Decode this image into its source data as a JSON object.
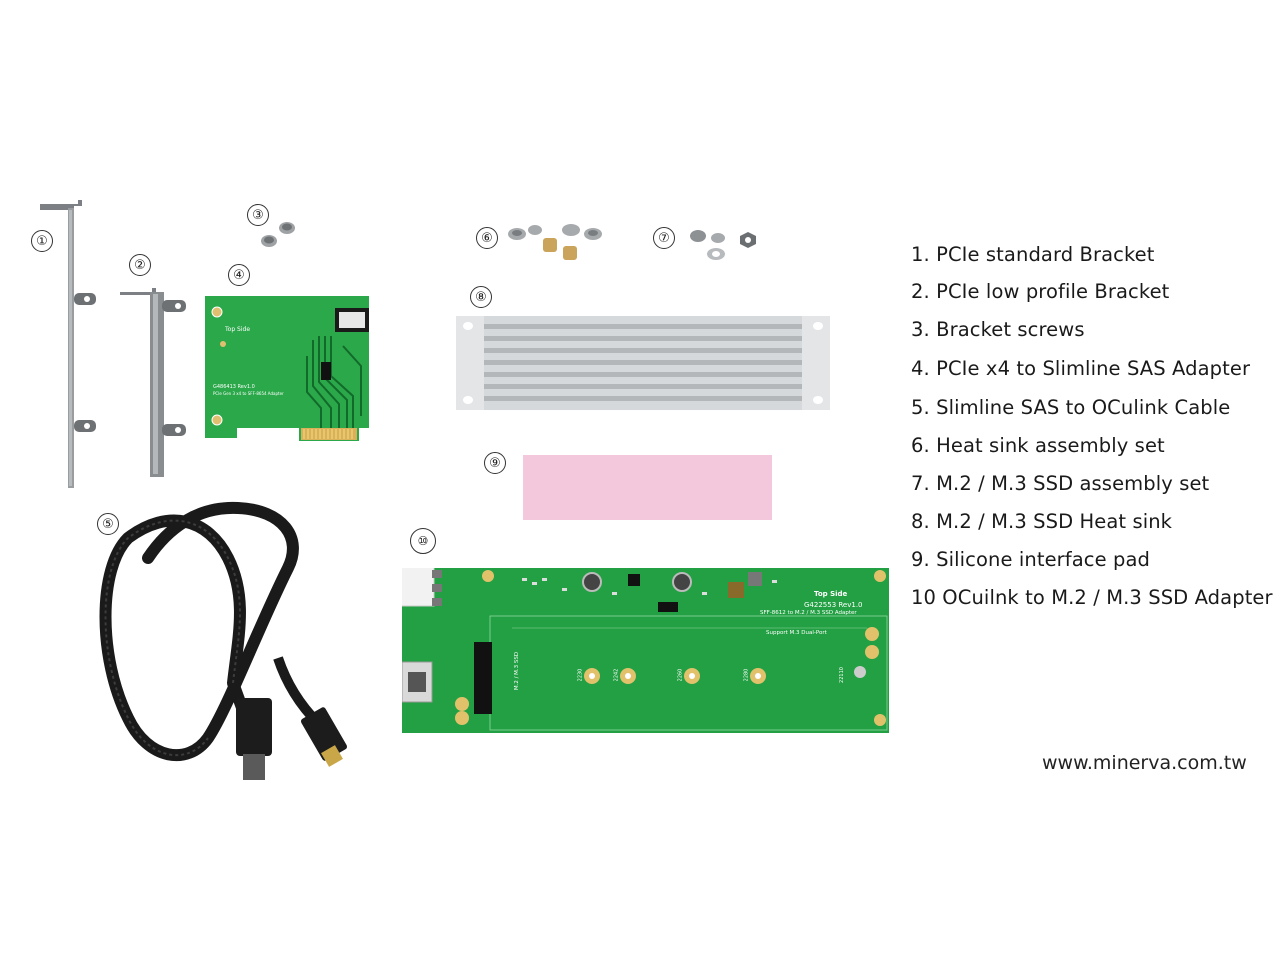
{
  "callouts": [
    "①",
    "②",
    "③",
    "④",
    "⑤",
    "⑥",
    "⑦",
    "⑧",
    "⑨",
    "⑩"
  ],
  "legend": [
    "1. PCIe standard Bracket",
    "2. PCIe low profile Bracket",
    "3. Bracket screws",
    "4. PCIe x4 to Slimline SAS Adapter",
    "5. Slimline SAS to OCulink Cable",
    "6. Heat sink assembly set",
    "7. M.2 / M.3 SSD assembly set",
    "8. M.2 / M.3 SSD Heat sink",
    "9. Silicone interface pad",
    "10 OCuilnk to M.2 / M.3 SSD Adapter"
  ],
  "website": "www.minerva.com.tw",
  "pcb_small": {
    "top_label": "Top Side",
    "model": "G486413 Rev1.0",
    "desc": "PCIe Gen 3 x4 to SFF-8654 Adapter"
  },
  "pcb_large": {
    "top_label": "Top Side",
    "model": "G422553 Rev1.0",
    "desc": "SFF-8612 to M.2 / M.3 SSD Adapter",
    "support": "Support M.3 Dual-Port",
    "slot_label": "M.2 / M.3 SSD",
    "sizes": [
      "2230",
      "2242",
      "2260",
      "2280",
      "22110"
    ]
  },
  "colors": {
    "pcb_green": "#1f9a3a",
    "pad_pink": "#f2c6dc",
    "heatsink": "#d9dcde",
    "bracket": "#8a8d90",
    "cable": "#1a1a1a"
  }
}
